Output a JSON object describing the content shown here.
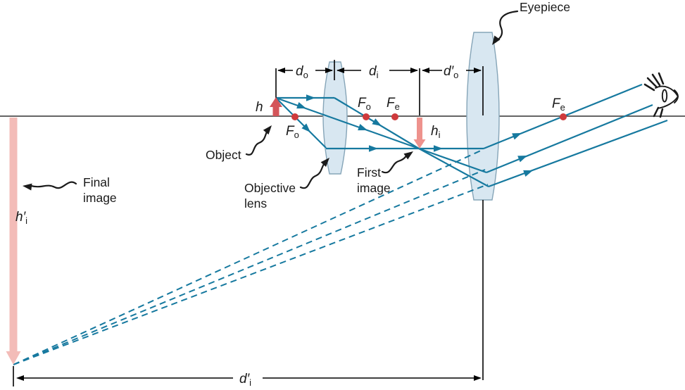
{
  "colors": {
    "ray": "#16799f",
    "axis": "#4f4f4f",
    "dimension": "#000000",
    "dot": "#cf3a3c",
    "object_arrow": "#d4555a",
    "first_image_arrow": "#ee928d",
    "final_image_arrow": "#f3bcb8",
    "lens_fill": "#d8e7f1",
    "lens_stroke": "#86a5b8",
    "annotation": "#1a1a1a"
  },
  "labels": {
    "h": {
      "base": "h"
    },
    "h_i": {
      "base": "h",
      "sub": "i"
    },
    "h_i_prime": {
      "base": "h′",
      "sub": "i"
    },
    "d_o": {
      "base": "d",
      "sub": "o"
    },
    "d_i": {
      "base": "d",
      "sub": "i"
    },
    "d_o_prime": {
      "base": "d′",
      "sub": "o"
    },
    "d_i_prime": {
      "base": "d′",
      "sub": "i"
    },
    "F_o": {
      "base": "F",
      "sub": "o"
    },
    "F_e": {
      "base": "F",
      "sub": "e"
    }
  },
  "annotations": {
    "object": "Object",
    "objective_line1": "Objective",
    "objective_line2": "lens",
    "first_line1": "First",
    "first_line2": "image",
    "eyepiece": "Eyepiece",
    "final_line1": "Final",
    "final_line2": "image"
  }
}
